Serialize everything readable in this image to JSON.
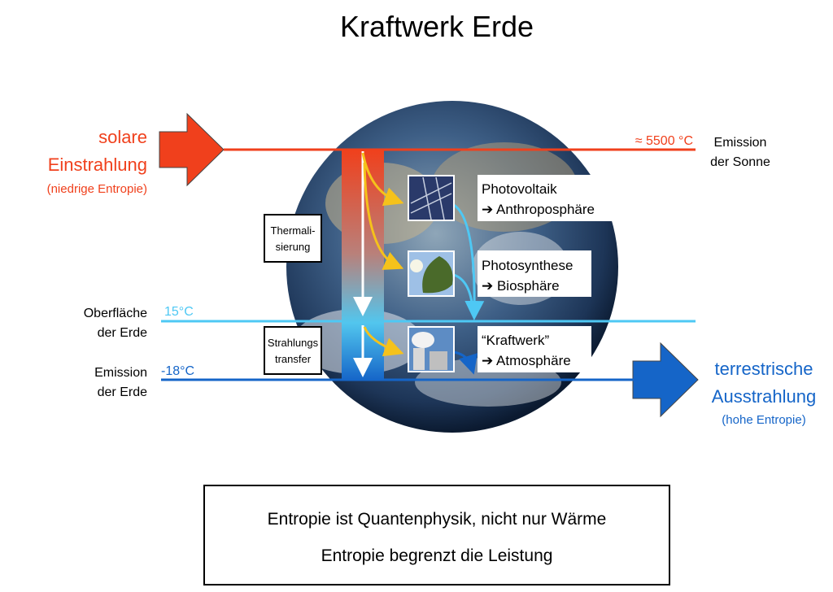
{
  "title": "Kraftwerk Erde",
  "incoming": {
    "line1": "solare",
    "line2": "Einstrahlung",
    "line3": "(niedrige Entropie)"
  },
  "outgoing": {
    "line1": "terrestrische",
    "line2": "Ausstrahlung",
    "line3": "(hohe Entropie)"
  },
  "sun_temp": "≈ 5500 °C",
  "sun_label": {
    "line1": "Emission",
    "line2": "der Sonne"
  },
  "surface": {
    "temp": "15°C",
    "line1": "Oberfläche",
    "line2": "der Erde"
  },
  "emission": {
    "temp": "-18°C",
    "line1": "Emission",
    "line2": "der Erde"
  },
  "process_boxes": [
    {
      "line1": "Thermali-",
      "line2": "sierung"
    },
    {
      "line1": "Strahlungs",
      "line2": "transfer"
    }
  ],
  "processes": [
    {
      "line1": "Photovoltaik",
      "line2": "➔ Anthroposphäre",
      "icon": "solar-panel"
    },
    {
      "line1": "Photosynthese",
      "line2": "➔ Biosphäre",
      "icon": "leaf"
    },
    {
      "line1": "“Kraftwerk”",
      "line2": "➔ Atmosphäre",
      "icon": "power-plant"
    }
  ],
  "footer": {
    "line1": "Entropie ist Quantenphysik, nicht nur Wärme",
    "line2": "Entropie begrenzt die Leistung"
  },
  "colors": {
    "red": "#f0401c",
    "light_blue": "#4ec8f4",
    "dark_blue": "#1565c8",
    "yellow": "#f5c21b"
  }
}
